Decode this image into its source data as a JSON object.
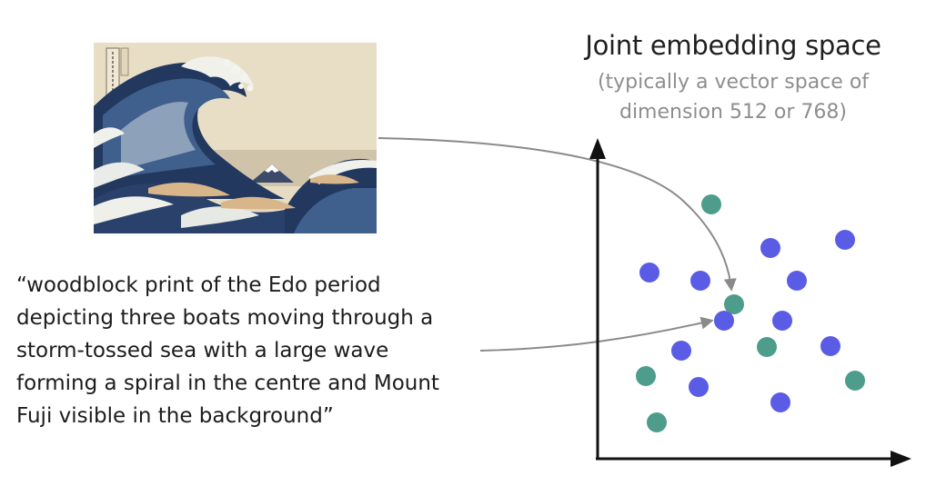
{
  "title": "Joint embedding space",
  "subtitle_lines": [
    "(typically a vector space of",
    "dimension 512 or 768)"
  ],
  "caption_lines": [
    "“woodblock print of the Edo period",
    "depicting three boats moving through a",
    "storm-tossed sea with a large wave",
    "forming a spiral in the centre and Mount",
    "Fuji visible in the background”"
  ],
  "colors": {
    "text_point": "#5a5ce6",
    "image_point": "#4e9c8c",
    "arrow": "#8a8a8a",
    "axis": "#111111"
  },
  "icons": {
    "artwork": "great-wave-woodblock-print-icon"
  }
}
